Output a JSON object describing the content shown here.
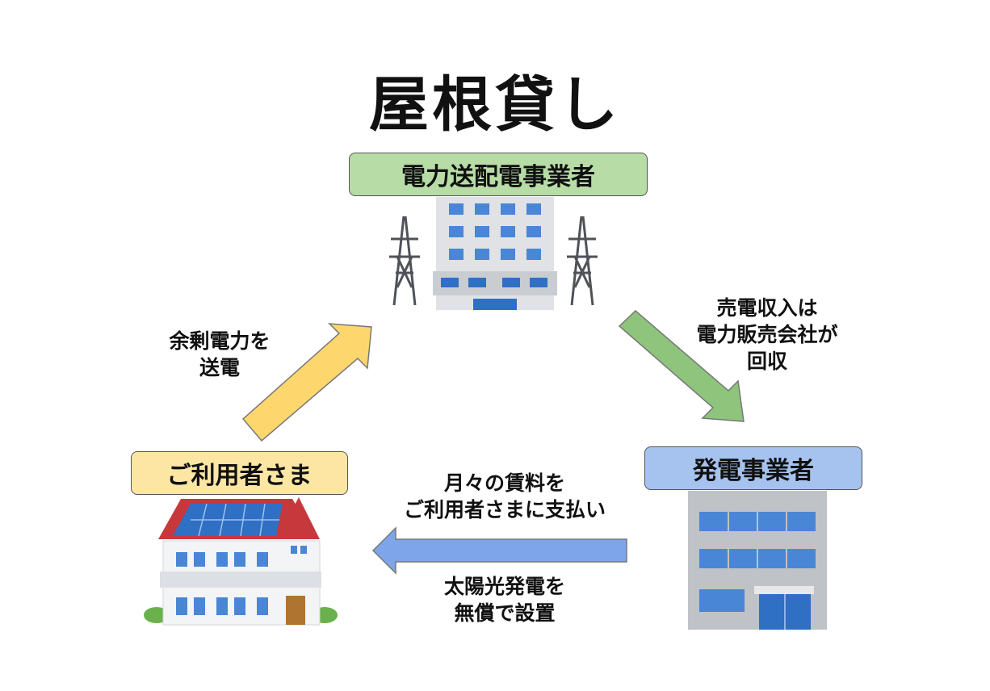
{
  "title": "屋根貸し",
  "nodes": {
    "grid_operator": "電力送配電事業者",
    "user": "ご利用者さま",
    "generator": "発電事業者"
  },
  "flows": {
    "surplus": [
      "余剰電力を",
      "送電"
    ],
    "sales_revenue": [
      "売電収入は",
      "電力販売会社が",
      "回収"
    ],
    "rent": [
      "月々の賃料を",
      "ご利用者さまに支払い"
    ],
    "install": [
      "太陽光発電を",
      "無償で設置"
    ]
  },
  "colors": {
    "grid_box": "#b7dca6",
    "user_box": "#fde6a3",
    "generator_box": "#a6c2ef",
    "arrow_surplus": "#fdd76e",
    "arrow_sales": "#8fc47c",
    "arrow_rent": "#7ea4ea"
  }
}
